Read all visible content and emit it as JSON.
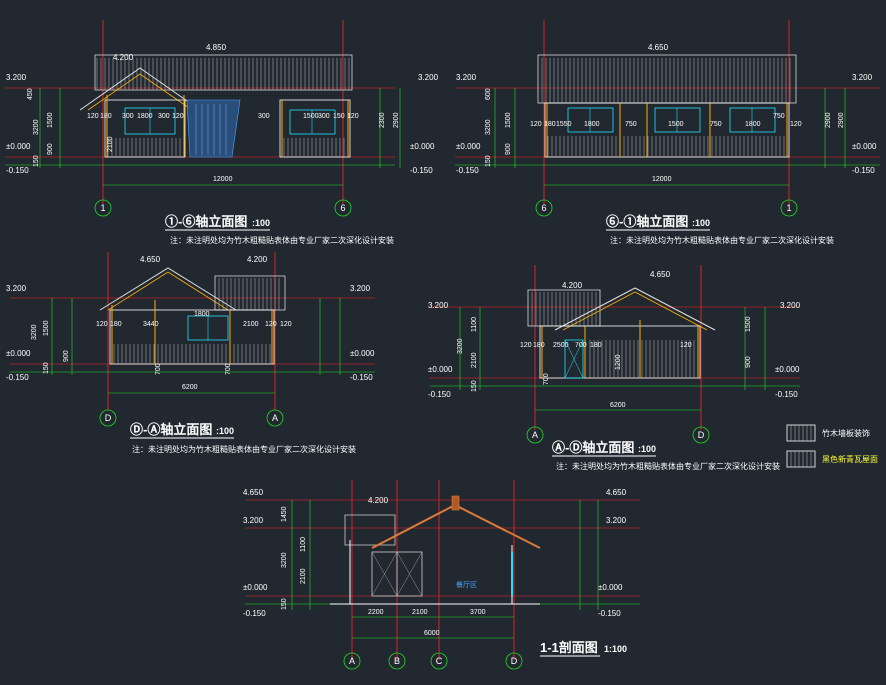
{
  "drawings": [
    {
      "id": "el-1-6",
      "title": "①-⑥轴立面图",
      "scale": ":100",
      "note": "注：未注明处均为竹木粗糙贴表体由专业厂家二次深化设计安装",
      "levels_left": [
        "3.200",
        "±0.000",
        "-0.150"
      ],
      "levels_right": [
        "3.200",
        "±0.000",
        "-0.150"
      ],
      "top_levels": [
        "4.850",
        "4.200"
      ],
      "total_dim": "12000",
      "vert_dims": [
        "450",
        "1500",
        "900",
        "150",
        "3200"
      ],
      "inner_dims": [
        "120",
        "180",
        "300",
        "1800",
        "300",
        "120",
        "300",
        "1500",
        "300",
        "150",
        "120",
        "2300",
        "2900",
        "2100"
      ],
      "axes": [
        "1",
        "6"
      ]
    },
    {
      "id": "el-6-1",
      "title": "⑥-①轴立面图",
      "scale": ":100",
      "note": "注：未注明处均为竹木粗糙贴表体由专业厂家二次深化设计安装",
      "levels_left": [
        "3.200",
        "±0.000",
        "-0.150"
      ],
      "levels_right": [
        "3.200",
        "±0.000",
        "-0.150"
      ],
      "top_levels": [
        "4.650"
      ],
      "total_dim": "12000",
      "vert_dims": [
        "600",
        "1500",
        "900",
        "150",
        "3200"
      ],
      "inner_dims": [
        "120",
        "180",
        "1550",
        "1800",
        "750",
        "1500",
        "750",
        "1800",
        "750",
        "120",
        "2900",
        "2900"
      ],
      "axes": [
        "6",
        "1"
      ]
    },
    {
      "id": "el-d-a",
      "title": "Ⓓ-Ⓐ轴立面图",
      "scale": ":100",
      "note": "注：未注明处均为竹木粗糙贴表体由专业厂家二次深化设计安装",
      "levels_left": [
        "3.200",
        "±0.000",
        "-0.150"
      ],
      "levels_right": [
        "3.200",
        "±0.000",
        "-0.150"
      ],
      "top_levels": [
        "4.650",
        "4.200"
      ],
      "total_dim": "6200",
      "vert_dims": [
        "1500",
        "900",
        "150",
        "3200"
      ],
      "inner_dims": [
        "120",
        "180",
        "3440",
        "1800",
        "2100",
        "120",
        "120",
        "700",
        "700"
      ],
      "axes": [
        "D",
        "A"
      ]
    },
    {
      "id": "el-a-d",
      "title": "Ⓐ-Ⓓ轴立面图",
      "scale": ":100",
      "note": "注：未注明处均为竹木粗糙贴表体由专业厂家二次深化设计安装",
      "levels_left": [
        "3.200",
        "±0.000",
        "-0.150"
      ],
      "levels_right": [
        "3.200",
        "±0.000",
        "-0.150"
      ],
      "top_levels": [
        "4.650",
        "4.200"
      ],
      "total_dim": "6200",
      "vert_dims": [
        "1100",
        "2100",
        "3200",
        "150",
        "1500",
        "900"
      ],
      "inner_dims": [
        "120",
        "180",
        "2500",
        "700",
        "180",
        "120",
        "1200",
        "700"
      ],
      "axes": [
        "A",
        "D"
      ]
    },
    {
      "id": "sec-1-1",
      "title": "1-1剖面图",
      "scale": "1:100",
      "levels_left": [
        "4.650",
        "3.200",
        "±0.000",
        "-0.150"
      ],
      "levels_right": [
        "4.650",
        "3.200",
        "±0.000",
        "-0.150"
      ],
      "top_levels": [
        "4.200"
      ],
      "room_label": "餐厅区",
      "total_dim": "6000",
      "bottom_dims": [
        "2200",
        "2100",
        "3700"
      ],
      "vert_dims": [
        "1450",
        "1100",
        "2100",
        "3200",
        "150"
      ],
      "axes": [
        "A",
        "B",
        "C",
        "D"
      ]
    }
  ],
  "legend": [
    {
      "label": "竹木墙板装饰",
      "color": "#ffffff"
    },
    {
      "label": "黑色新青瓦屋面",
      "color": "#ffff33"
    }
  ],
  "colors": {
    "background": "#212830",
    "dimension": "#22dd22",
    "axis_line": "#ff2222",
    "wall": "#ffffff",
    "frame": "#ffb000",
    "glass": "#22e0ff",
    "roof": "#d9d9d9",
    "axis_bubble": "#22dd22"
  }
}
